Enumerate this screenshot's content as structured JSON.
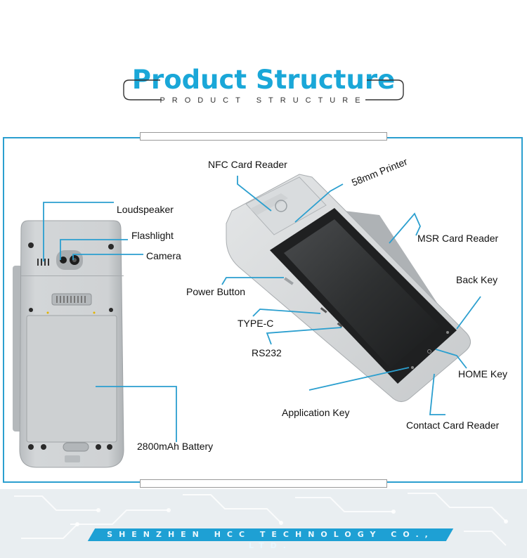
{
  "header": {
    "title": "Product Structure",
    "subtitle": "PRODUCT STRUCTURE"
  },
  "back_view_labels": {
    "loudspeaker": "Loudspeaker",
    "flashlight": "Flashlight",
    "camera": "Camera",
    "battery": "2800mAh Battery"
  },
  "front_view_labels": {
    "nfc": "NFC Card Reader",
    "printer": "58mm Printer",
    "msr": "MSR Card Reader",
    "power": "Power Button",
    "back_key": "Back Key",
    "typec": "TYPE-C",
    "rs232": "RS232",
    "home_key": "HOME Key",
    "app_key": "Application Key",
    "contact": "Contact Card Reader"
  },
  "footer": {
    "company": "SHENZHEN HCC TECHNOLOGY CO., LTD."
  },
  "colors": {
    "accent": "#1aa7d8",
    "leader_line": "#2b9fcf",
    "device_body": "#c9cdd0"
  }
}
